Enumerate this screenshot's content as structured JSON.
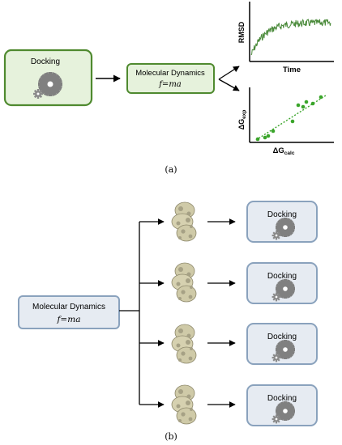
{
  "colors": {
    "green_fill": "#e6f2dc",
    "green_stroke": "#4f8a2f",
    "blue_fill": "#e6ebf2",
    "blue_stroke": "#8aa2bd",
    "gear": "#808080",
    "plot_green": "#3aa52a",
    "protein": "#cfcaa8"
  },
  "panel_a": {
    "caption": "(a)",
    "docking_box": {
      "label": "Docking",
      "icon": "gear-icon"
    },
    "md_box": {
      "title": "Molecular Dynamics",
      "formula": "f=ma"
    },
    "rmsd_plot": {
      "ylabel": "RMSD",
      "xlabel": "Time"
    },
    "dg_plot": {
      "ylabel_main": "ΔG",
      "ylabel_sub": "exp",
      "xlabel_main": "ΔG",
      "xlabel_sub": "calc"
    }
  },
  "panel_b": {
    "caption": "(b)",
    "md_box": {
      "title": "Molecular Dynamics",
      "formula": "f=ma"
    },
    "docking_boxes": [
      {
        "label": "Docking",
        "icon": "gear-icon"
      },
      {
        "label": "Docking",
        "icon": "gear-icon"
      },
      {
        "label": "Docking",
        "icon": "gear-icon"
      },
      {
        "label": "Docking",
        "icon": "gear-icon"
      }
    ],
    "structures": [
      "protein-structure-icon",
      "protein-structure-icon",
      "protein-structure-icon",
      "protein-structure-icon"
    ]
  }
}
